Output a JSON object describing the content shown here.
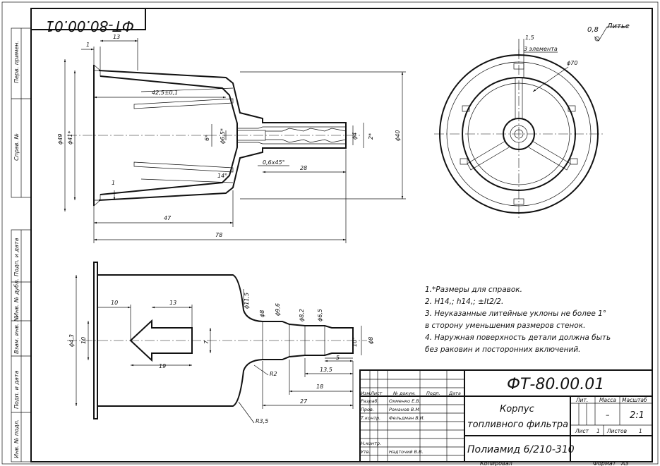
{
  "stamp": {
    "designation": "ФТ-80.00.01",
    "designation_rotated": "ФТ-80.00.01",
    "name_line1": "Корпус",
    "name_line2": "топливного фильтра",
    "material": "Полиамид 6/210-310",
    "headers": {
      "lit": "Лит.",
      "mass": "Масса",
      "scale": "Масштаб"
    },
    "mass_value": "–",
    "scale_value": "2:1",
    "sheet_label": "Лист",
    "sheet_no": "1",
    "sheets_label": "Листов",
    "sheets_no": "1",
    "change_headers": [
      "Изм.",
      "Лист",
      "№ докум.",
      "Подп.",
      "Дата"
    ],
    "rows": [
      {
        "role": "Разраб.",
        "person": "Оxменко Е.В."
      },
      {
        "role": "Пров.",
        "person": "Романов В.М."
      },
      {
        "role": "Т.контр.",
        "person": "Фельдман В.И."
      },
      {
        "role": "",
        "person": ""
      },
      {
        "role": "Н.контр.",
        "person": ""
      },
      {
        "role": "Утв.",
        "person": "Надточий В.В."
      }
    ],
    "copied": "Копировал",
    "format_label": "Формат",
    "format_value": "A3"
  },
  "side_strip": [
    "Перв. примен.",
    "Справ. №",
    "Подп. и дата",
    "Инв. № дубл.",
    "Взам. инв. №",
    "Подп. и дата",
    "Инв. № подл."
  ],
  "surface": {
    "roughness": "0,8",
    "method": "Литье"
  },
  "notes": [
    "1.*Размеры для справок.",
    "2. H14,; h14,; ±It2/2.",
    "3. Неуказанные литейные уклоны не более 1°",
    "в сторону уменьшения размеров стенок.",
    "4. Наружная поверхность детали должна быть",
    "без раковин и посторонних включений."
  ],
  "dims_section": {
    "d1": "1",
    "d13": "13",
    "d425": "42,5±0,1",
    "d49": "ϕ49",
    "d41": "ϕ41*",
    "d6": "6*",
    "d65": "ϕ6,5*",
    "d4": "ϕ4",
    "d2": "2*",
    "d40": "ϕ40",
    "d06": "0,6x45°",
    "d28": "28",
    "d14": "14°",
    "d1b": "1",
    "d47": "47",
    "d78": "78"
  },
  "dims_view": {
    "d10a": "10",
    "d13": "13",
    "d43": "ϕ4,3",
    "d10b": "10",
    "d7": "7",
    "d19": "19",
    "d115": "ϕ11,5",
    "d8": "ϕ8",
    "d96": "ϕ9,6",
    "d82": "ϕ8,2",
    "d65": "ϕ6,5",
    "d8b": "ϕ8",
    "d10c": "10°",
    "r2": "R2",
    "d135": "13,5",
    "d5": "5",
    "d18": "18",
    "d27": "27",
    "r35": "R3,5"
  },
  "dims_end": {
    "d15": "1,5",
    "d3": "3 элемента",
    "d70": "ϕ70"
  }
}
